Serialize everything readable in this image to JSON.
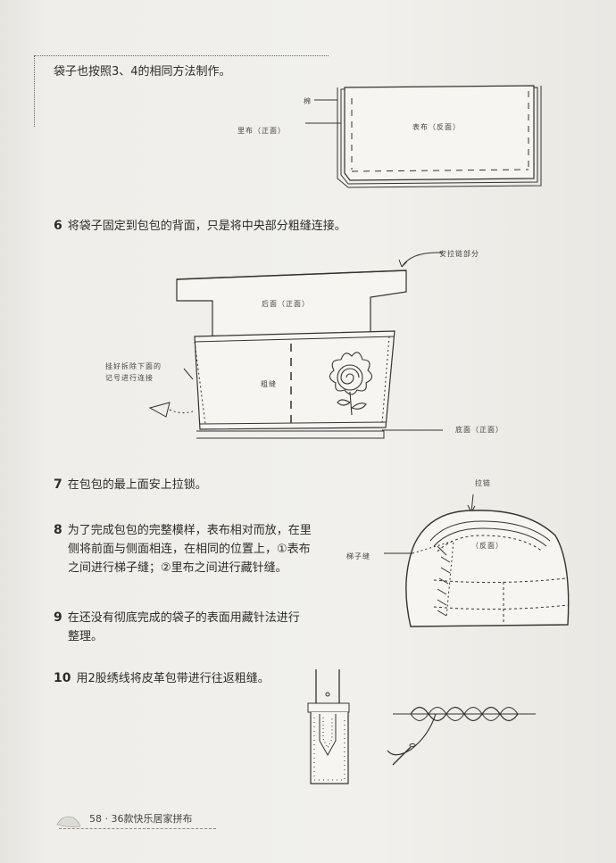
{
  "intro": "袋子也按照3、4的相同方法制作。",
  "fig1": {
    "cotton": "棉",
    "lining": "里布（正面）",
    "outer": "表布（反面）"
  },
  "step6": {
    "num": "6",
    "text": "将袋子固定到包包的背面，只是将中央部分粗缝连接。"
  },
  "fig2": {
    "zip_part": "安拉链部分",
    "back": "后面（正面）",
    "side_note_1": "挂好拆除下面的",
    "side_note_2": "记号进行连接",
    "basting": "粗缝",
    "bottom": "底面（正面）"
  },
  "step7": {
    "num": "7",
    "text": "在包包的最上面安上拉锁。"
  },
  "fig3": {
    "zipper": "拉链",
    "ladder": "梯子缝",
    "reverse": "（反面）"
  },
  "step8": {
    "num": "8",
    "lines": [
      "为了完成包包的完整模样，表布相对而放，在里",
      "侧将前面与侧面相连，在相同的位置上，①表布",
      "之间进行梯子缝；②里布之间进行藏针缝。"
    ]
  },
  "step9": {
    "num": "9",
    "lines": [
      "在还没有彻底完成的袋子的表面用藏针法进行",
      "整理。"
    ]
  },
  "step10": {
    "num": "10",
    "text": "用2股绣线将皮革包带进行往返粗缝。"
  },
  "footer": {
    "page": "58",
    "sep": "·",
    "book": "36款快乐居家拼布"
  }
}
